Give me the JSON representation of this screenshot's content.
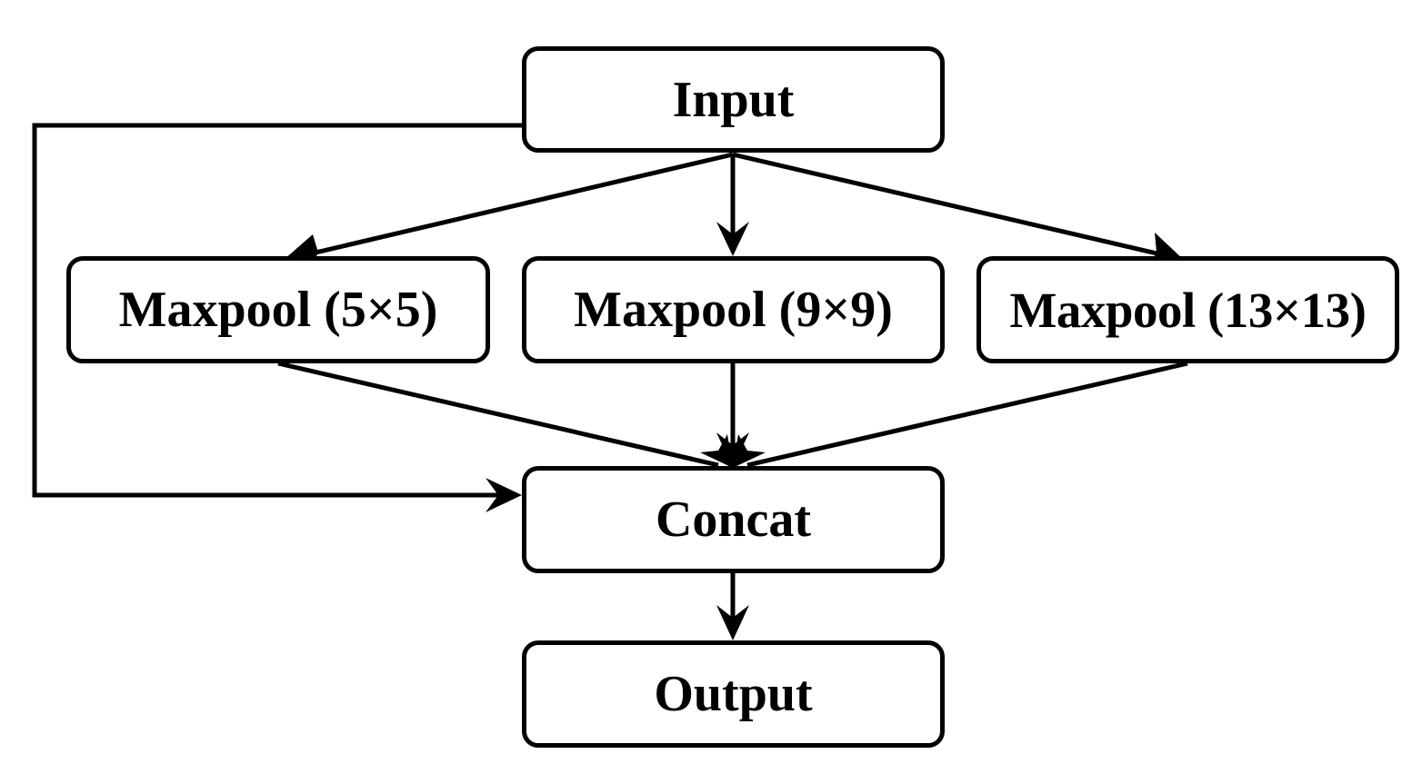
{
  "nodes": {
    "input": "Input",
    "maxpool_5": "Maxpool (5×5)",
    "maxpool_9": "Maxpool (9×9)",
    "maxpool_13": "Maxpool (13×13)",
    "concat": "Concat",
    "output": "Output"
  },
  "edges": [
    {
      "from": "input",
      "to": "maxpool_5"
    },
    {
      "from": "input",
      "to": "maxpool_9"
    },
    {
      "from": "input",
      "to": "maxpool_13"
    },
    {
      "from": "input",
      "to": "concat"
    },
    {
      "from": "maxpool_5",
      "to": "concat"
    },
    {
      "from": "maxpool_9",
      "to": "concat"
    },
    {
      "from": "maxpool_13",
      "to": "concat"
    },
    {
      "from": "concat",
      "to": "output"
    }
  ],
  "colors": {
    "stroke": "#000000",
    "background": "#ffffff"
  }
}
